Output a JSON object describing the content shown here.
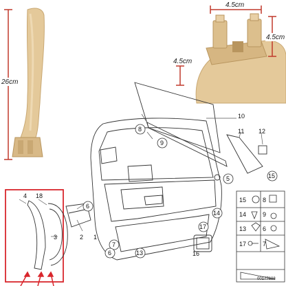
{
  "dimensions": {
    "handle_height": "26cm",
    "top_width": "4.5cm",
    "top_height": "4.5cm",
    "curve_length": "4.5cm"
  },
  "callouts": [
    "1",
    "2",
    "3",
    "4",
    "5",
    "6",
    "7",
    "8",
    "9",
    "10",
    "11",
    "12",
    "13",
    "14",
    "15",
    "16",
    "17",
    "18"
  ],
  "circled_callouts": [
    "5",
    "6",
    "6",
    "7",
    "8",
    "9",
    "13",
    "14",
    "15",
    "17"
  ],
  "catalog_number": "00177608",
  "colors": {
    "handle_beige": "#e4c99a",
    "handle_shadow": "#c9a873",
    "dimension_red": "#c0392b",
    "highlight_red": "#d9262c",
    "line_art": "#333333"
  }
}
